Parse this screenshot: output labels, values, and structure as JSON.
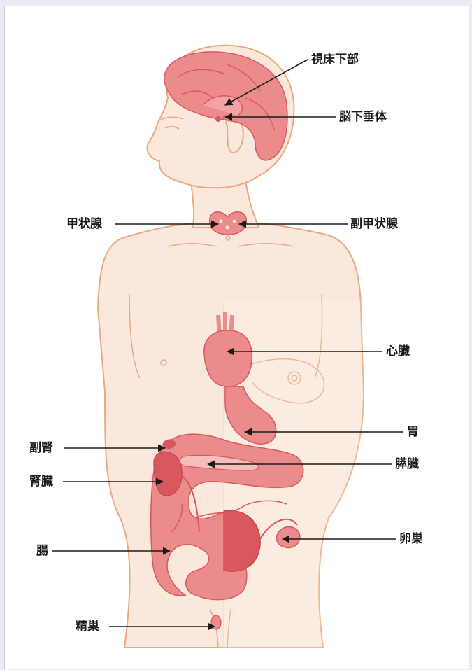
{
  "labels": {
    "hypothalamus": "視床下部",
    "pituitary": "脳下垂体",
    "thyroid": "甲状腺",
    "parathyroid": "副甲状腺",
    "heart": "心臓",
    "stomach": "胃",
    "adrenal": "副腎",
    "pancreas": "膵臓",
    "kidney": "腎臓",
    "ovary": "卵巣",
    "intestine": "腸",
    "testis": "精巣"
  },
  "colors": {
    "skin": "#fbe8dc",
    "outline": "#eba87e",
    "organ": "#ec8b8c",
    "organ_dark": "#d9585e",
    "line": "#1a1a1a"
  }
}
